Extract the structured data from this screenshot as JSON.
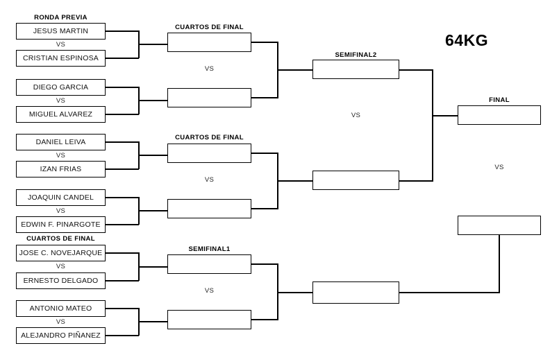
{
  "title": "64KG",
  "vs_label": "VS",
  "round_labels": {
    "ronda_previa": "RONDA PREVIA",
    "cuartos": "CUARTOS DE FINAL",
    "semifinal1": "SEMIFINAL1",
    "semifinal2": "SEMIFINAL2",
    "final": "FINAL"
  },
  "round1": {
    "label": "RONDA PREVIA",
    "matches": [
      {
        "top": "JESUS MARTIN",
        "bottom": "CRISTIAN ESPINOSA"
      },
      {
        "top": "DIEGO GARCIA",
        "bottom": "MIGUEL ALVAREZ"
      },
      {
        "top": "DANIEL LEIVA",
        "bottom": "IZAN FRIAS"
      },
      {
        "top": "JOAQUIN CANDEL",
        "bottom": "EDWIN F. PINARGOTE"
      },
      {
        "top": "JOSE C. NOVEJARQUE",
        "bottom": "ERNESTO DELGADO"
      },
      {
        "top": "ANTONIO MATEO",
        "bottom": "ALEJANDRO PIÑANEZ"
      }
    ]
  },
  "round2": {
    "matches": [
      {
        "label": "CUARTOS DE FINAL",
        "top": "",
        "bottom": ""
      },
      {
        "label": "CUARTOS DE FINAL",
        "top": "",
        "bottom": ""
      },
      {
        "label": "SEMIFINAL1",
        "top": "",
        "bottom": ""
      }
    ]
  },
  "round3": {
    "matches": [
      {
        "label": "SEMIFINAL2",
        "top": "",
        "bottom": ""
      },
      {
        "label": "",
        "top": "",
        "bottom": ""
      }
    ]
  },
  "round4": {
    "label": "FINAL",
    "slots": [
      {
        "value": ""
      },
      {
        "value": ""
      }
    ]
  }
}
